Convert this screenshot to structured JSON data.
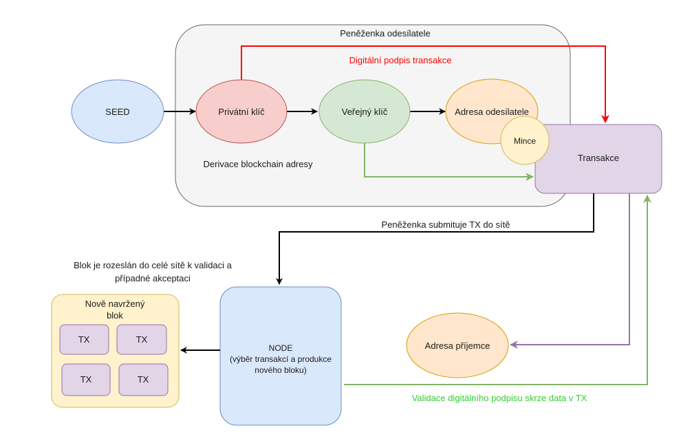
{
  "diagram": {
    "wallet_group": {
      "label": "Peněženka odesílatele"
    },
    "nodes": {
      "seed": {
        "label": "SEED"
      },
      "private_key": {
        "label": "Privátní klíč"
      },
      "public_key": {
        "label": "Veřejný klíč"
      },
      "sender_address": {
        "label": "Adresa odesílatele"
      },
      "coins": {
        "label": "Mince"
      },
      "transaction": {
        "label": "Transakce"
      },
      "node": {
        "label_lines": [
          "NODE",
          "(výběr transakcí a produkce",
          "nového bloku)"
        ]
      },
      "recipient_address": {
        "label": "Adresa příjemce"
      },
      "new_block": {
        "label_lines": [
          "Nově navržený",
          "blok"
        ],
        "transactions": [
          "TX",
          "TX",
          "TX",
          "TX"
        ]
      }
    },
    "annotations": {
      "derivation": "Derivace blockchain adresy",
      "digital_signature": "Digitální podpis transakce",
      "wallet_submits": "Peněženka submituje TX do sítě",
      "block_broadcast_lines": [
        "Blok je rozeslán do celé sítě k validaci a",
        "případné akceptaci"
      ],
      "signature_validation": "Validace digitálního podpisu skrze data v TX"
    },
    "colors": {
      "wallet_fill": "#f5f5f5",
      "wallet_stroke": "#666666",
      "seed_fill": "#dae8fc",
      "seed_stroke": "#6c8ebf",
      "private_fill": "#f8cecc",
      "private_stroke": "#b85450",
      "public_fill": "#d5e8d4",
      "public_stroke": "#82b366",
      "address_fill": "#ffe6cc",
      "address_stroke": "#d79b00",
      "coins_fill": "#fff2cc",
      "coins_stroke": "#d6b656",
      "tx_fill": "#e1d5e7",
      "tx_stroke": "#9673a6",
      "signature_line": "#ff0000",
      "validation_line": "#82b366",
      "recipient_line": "#9673a6"
    }
  }
}
